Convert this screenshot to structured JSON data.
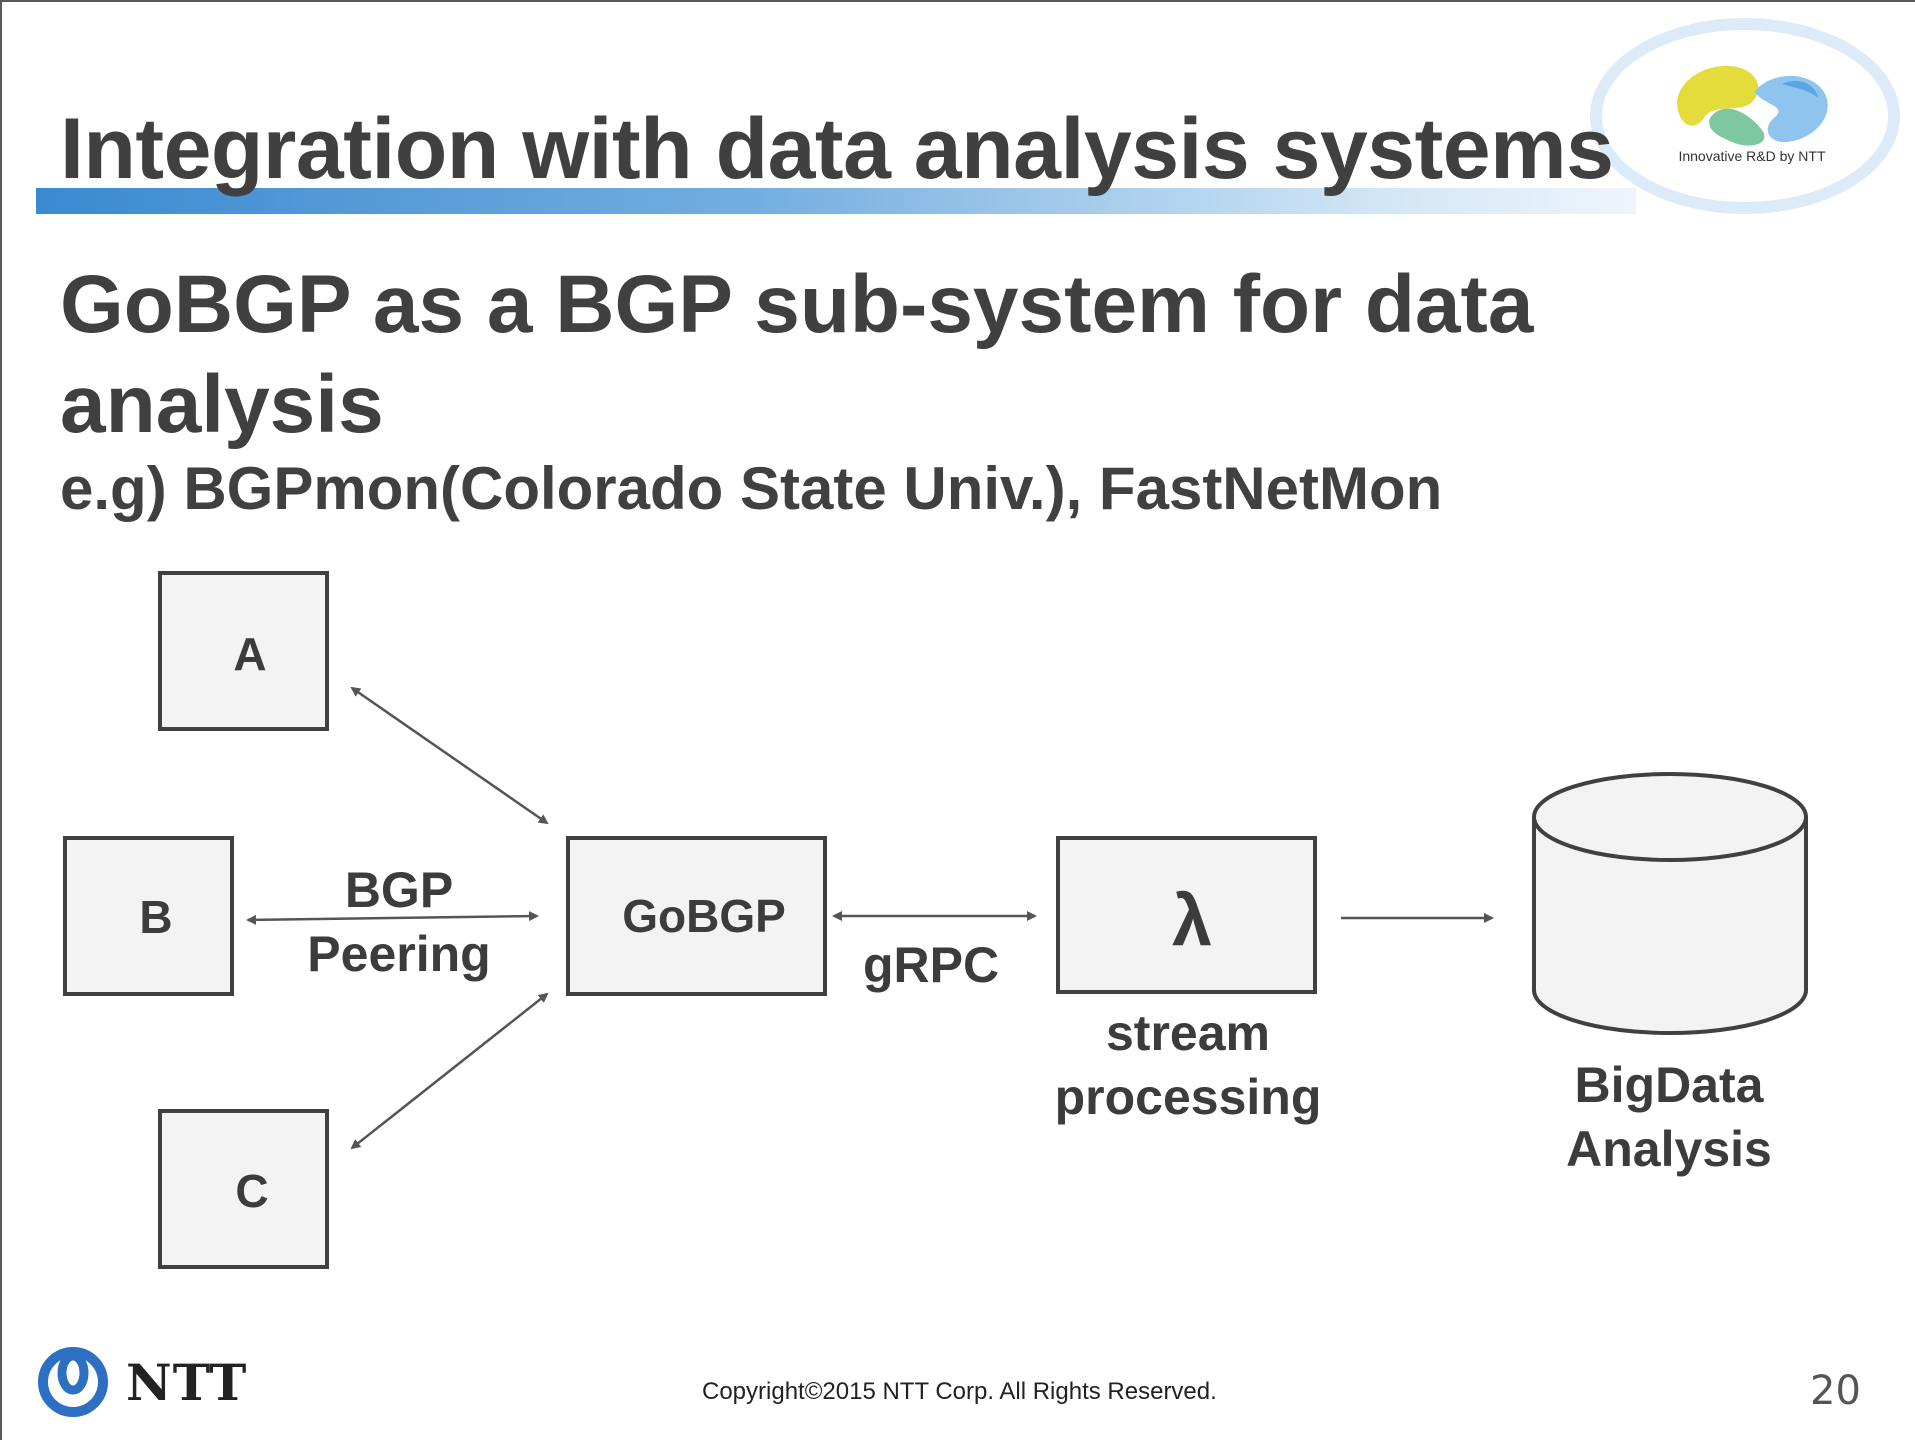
{
  "slide": {
    "title": "Integration with data analysis systems",
    "headline": "GoBGP as a BGP sub-system for data analysis",
    "subline": "e.g) BGPmon(Colorado State Univ.), FastNetMon",
    "logo": {
      "tagline": "Innovative R&D by NTT"
    }
  },
  "diagram": {
    "nodes": {
      "a": "A",
      "b": "B",
      "c": "C",
      "gobgp": "GoBGP",
      "lambda": "λ"
    },
    "labels": {
      "bgp_line1": "BGP",
      "bgp_line2": "Peering",
      "grpc": "gRPC",
      "stream_line1": "stream",
      "stream_line2": "processing",
      "bigdata_line1": "BigData",
      "bigdata_line2": "Analysis"
    }
  },
  "footer": {
    "brand": "NTT",
    "copyright": "Copyright©2015  NTT Corp. All Rights Reserved.",
    "page_number": "20"
  },
  "colors": {
    "title_bar_start": "#3a8ad0",
    "box_fill": "#f3f3f3",
    "box_stroke": "#404040",
    "arrow": "#555555",
    "ntt_blue": "#2d6fc0"
  }
}
